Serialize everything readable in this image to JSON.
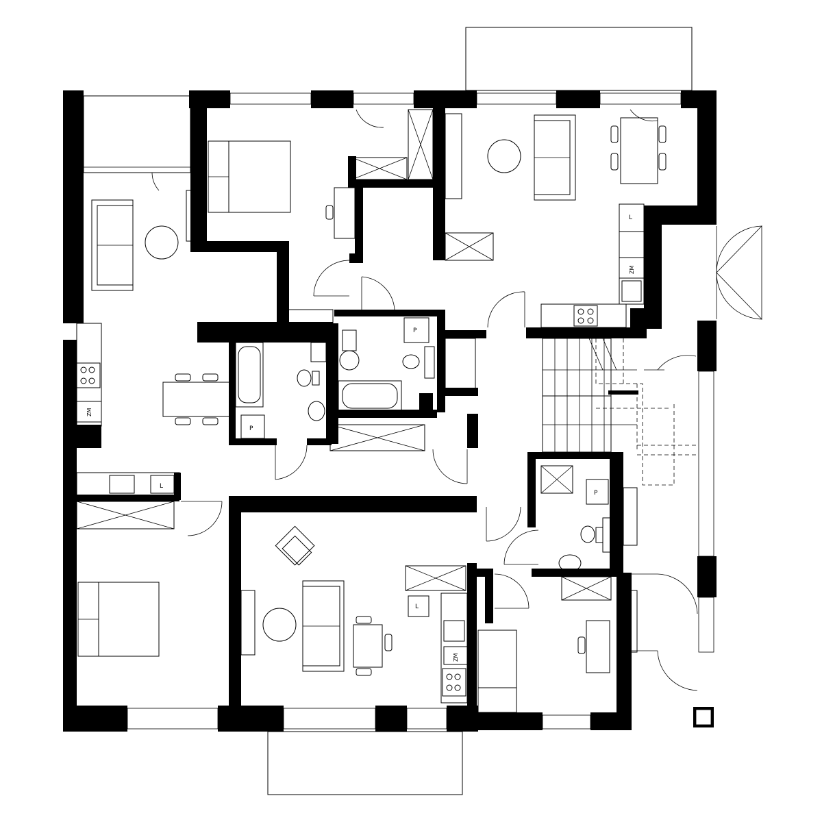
{
  "labels": {
    "pantry": "P",
    "fridge": "L",
    "freezer": "ZM"
  }
}
